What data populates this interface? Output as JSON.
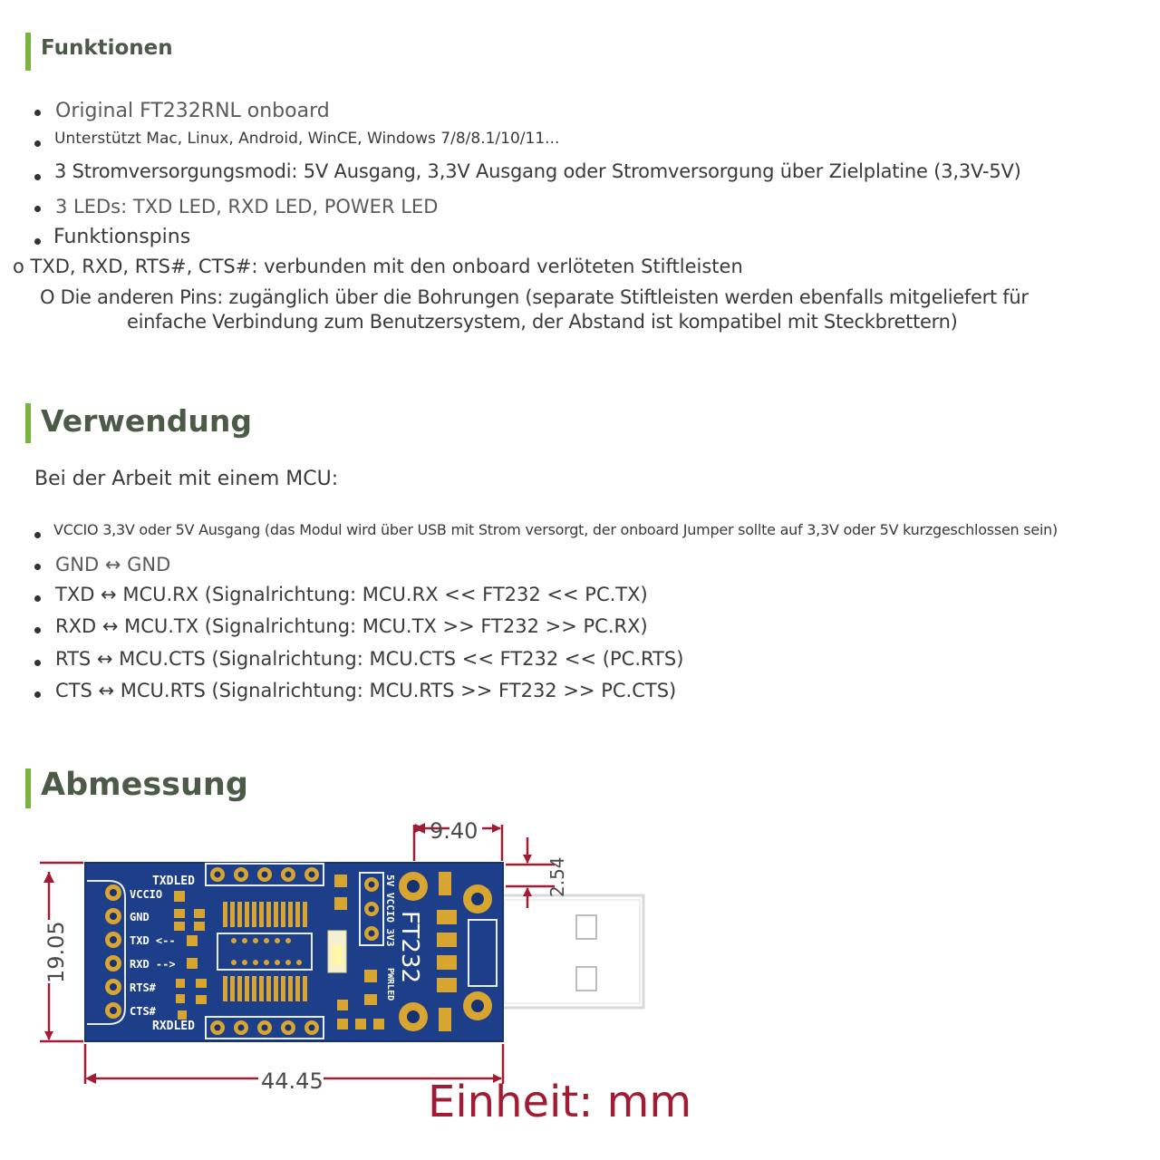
{
  "colors": {
    "accent_bar": "#79b43f",
    "heading": "#4b5b48",
    "dimension": "#a11c33",
    "pcb": "#1d3f8a",
    "pad": "#d8a531"
  },
  "sections": {
    "funktionen": {
      "heading": "Funktionen",
      "items": [
        "Original FT232RNL onboard",
        "Unterstützt Mac, Linux, Android, WinCE, Windows 7/8/8.1/10/11...",
        "3 Stromversorgungsmodi: 5V Ausgang, 3,3V Ausgang oder Stromversorgung über Zielplatine (3,3V-5V)",
        "3 LEDs: TXD LED, RXD LED, POWER LED",
        "Funktionspins"
      ],
      "sub_item_1": "o TXD, RXD, RTS#, CTS#: verbunden mit den onboard verlöteten Stiftleisten",
      "sub_item_2_line1": "O Die anderen Pins: zugänglich über die Bohrungen (separate Stiftleisten werden ebenfalls mitgeliefert für",
      "sub_item_2_line2": "einfache Verbindung zum Benutzersystem, der Abstand ist kompatibel mit Steckbrettern)"
    },
    "verwendung": {
      "heading": "Verwendung",
      "intro": "Bei der Arbeit mit einem MCU:",
      "items": [
        "VCCIO 3,3V oder 5V Ausgang (das Modul wird über USB mit Strom versorgt, der onboard Jumper sollte auf 3,3V oder 5V kurzgeschlossen sein)",
        "GND ↔ GND",
        "TXD ↔ MCU.RX (Signalrichtung: MCU.RX << FT232 << PC.TX)",
        "RXD ↔ MCU.TX (Signalrichtung: MCU.TX >> FT232 >> PC.RX)",
        "RTS ↔ MCU.CTS (Signalrichtung: MCU.CTS << FT232 << (PC.RTS)",
        "CTS ↔ MCU.RTS (Signalrichtung: MCU.RTS >> FT232 >> PC.CTS)"
      ]
    },
    "abmessung": {
      "heading": "Abmessung",
      "dims": {
        "top": "9.40",
        "right": "2.54",
        "left": "19.05",
        "bottom": "44.45"
      },
      "unit_label": "Einheit: mm",
      "pcb_labels": {
        "txdled": "TXDLED",
        "rxdled": "RXDLED",
        "vccio": "VCCIO",
        "gnd": "GND",
        "txd": "TXD <--",
        "rxd": "RXD -->",
        "rts": "RTS#",
        "cts": "CTS#",
        "jumper": "5V VCCIO 3V3",
        "chip": "FT232",
        "pwrled": "PWRLED"
      }
    }
  }
}
